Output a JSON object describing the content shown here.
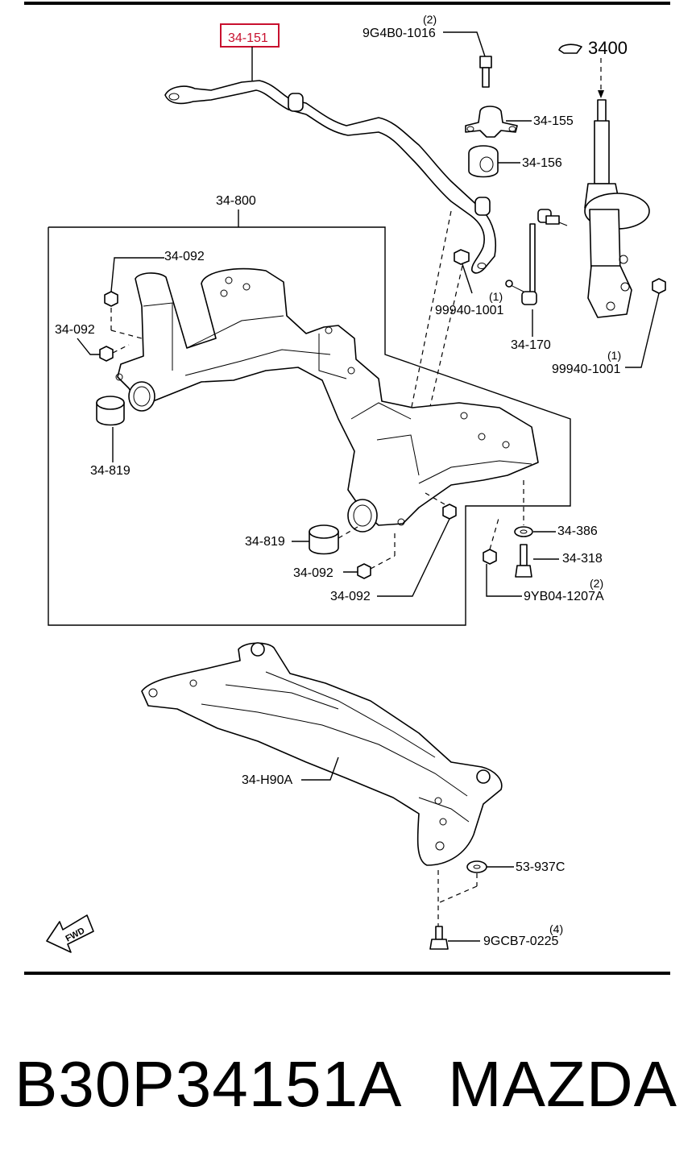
{
  "diagram": {
    "highlighted_part": "34-151",
    "labels": {
      "p34_151": "34-151",
      "p9g4b0_1016": "9G4B0-1016",
      "p9g4b0_qty": "(2)",
      "p3400": "3400",
      "p34_155": "34-155",
      "p34_156": "34-156",
      "p34_800": "34-800",
      "p34_092_a": "34-092",
      "p34_092_b": "34-092",
      "p99940_a": "99940-1001",
      "p99940_a_qty": "(1)",
      "p34_170": "34-170",
      "p99940_b": "99940-1001",
      "p99940_b_qty": "(1)",
      "p34_819_a": "34-819",
      "p34_819_b": "34-819",
      "p34_386": "34-386",
      "p34_318": "34-318",
      "p9yb04": "9YB04-1207A",
      "p9yb04_qty": "(2)",
      "p34_092_c": "34-092",
      "p34_092_d": "34-092",
      "p34_h90a": "34-H90A",
      "p53_937c": "53-937C",
      "p9gcb7": "9GCB7-0225",
      "p9gcb7_qty": "(4)",
      "fwd": "FWD"
    },
    "colors": {
      "highlight": "#c8102e",
      "line": "#000000"
    }
  },
  "footer": {
    "part_number": "B30P34151A",
    "brand": "MAZDA"
  }
}
